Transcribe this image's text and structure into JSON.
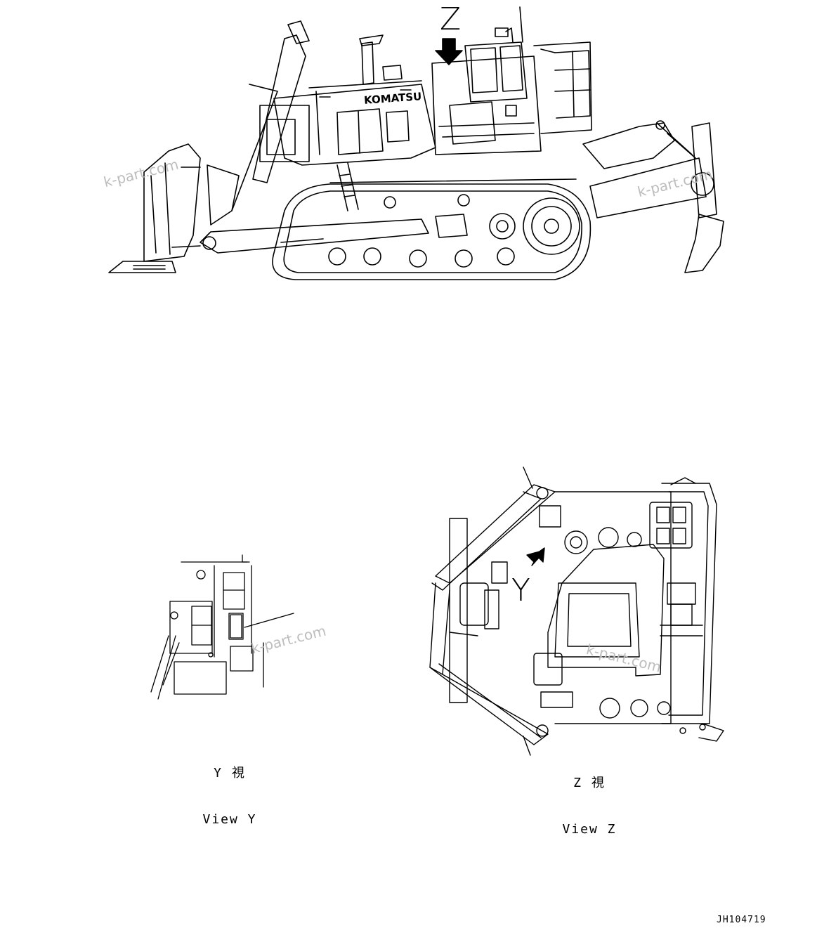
{
  "labels": {
    "arrow_z": "Z",
    "arrow_y": "Y",
    "brand": "KOMATSU",
    "view_y_jp": "Y 視",
    "view_y_en": "View Y",
    "view_z_jp": "Z 視",
    "view_z_en": "View Z",
    "drawing_code": "JH104719"
  },
  "watermarks": [
    "k-part.com",
    "k-part.com",
    "k-part.com",
    "k-part.com"
  ],
  "colors": {
    "line": "#000000",
    "watermark": "#bdbdbd",
    "background": "#ffffff"
  }
}
